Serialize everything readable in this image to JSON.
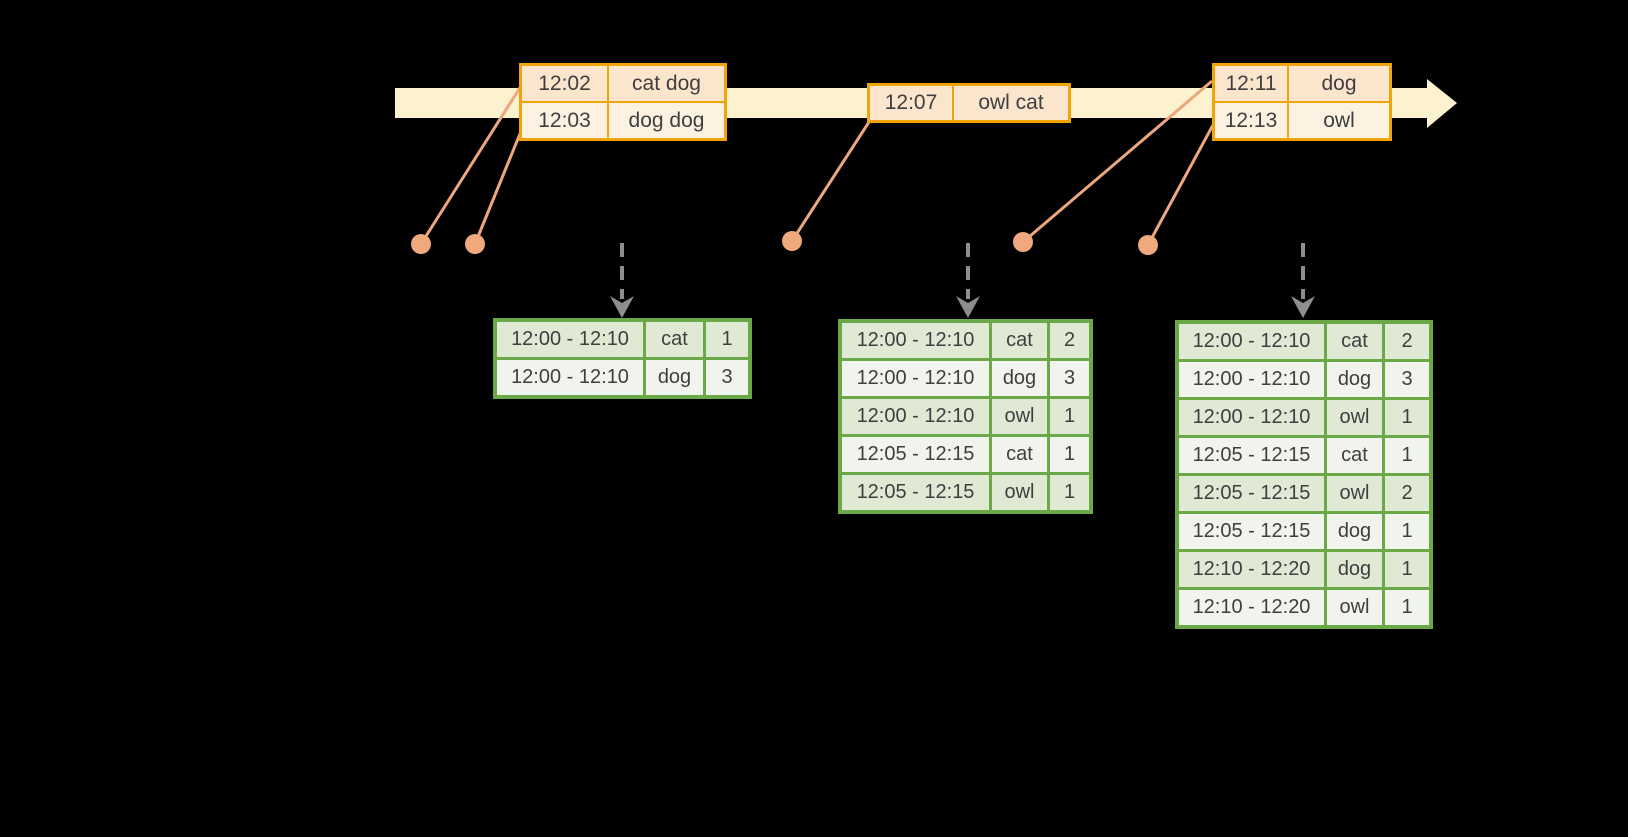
{
  "colors": {
    "background": "#000000",
    "timeline_fill": "#fdf2cf",
    "event_border": "#f0a30a",
    "event_row_fill_a": "#fce5cd",
    "event_row_fill_b": "#fdf2e2",
    "marker": "#efa97d",
    "connector": "#eba87f",
    "trigger_arrow": "#8e8e8e",
    "result_border": "#6aa848",
    "result_row_fill_a": "#dfe9d4",
    "result_row_fill_b": "#f0f4ec",
    "text": "#3f3f3f"
  },
  "event_tables": [
    {
      "rows": [
        {
          "time": "12:02",
          "words": "cat dog"
        },
        {
          "time": "12:03",
          "words": "dog dog"
        }
      ]
    },
    {
      "rows": [
        {
          "time": "12:07",
          "words": "owl cat"
        }
      ]
    },
    {
      "rows": [
        {
          "time": "12:11",
          "words": "dog"
        },
        {
          "time": "12:13",
          "words": "owl"
        }
      ]
    }
  ],
  "result_tables": [
    {
      "rows": [
        {
          "window": "12:00 - 12:10",
          "word": "cat",
          "count": "1"
        },
        {
          "window": "12:00 - 12:10",
          "word": "dog",
          "count": "3"
        }
      ]
    },
    {
      "rows": [
        {
          "window": "12:00 - 12:10",
          "word": "cat",
          "count": "2"
        },
        {
          "window": "12:00 - 12:10",
          "word": "dog",
          "count": "3"
        },
        {
          "window": "12:00 - 12:10",
          "word": "owl",
          "count": "1"
        },
        {
          "window": "12:05 - 12:15",
          "word": "cat",
          "count": "1"
        },
        {
          "window": "12:05 - 12:15",
          "word": "owl",
          "count": "1"
        }
      ]
    },
    {
      "rows": [
        {
          "window": "12:00 - 12:10",
          "word": "cat",
          "count": "2"
        },
        {
          "window": "12:00 - 12:10",
          "word": "dog",
          "count": "3"
        },
        {
          "window": "12:00 - 12:10",
          "word": "owl",
          "count": "1"
        },
        {
          "window": "12:05 - 12:15",
          "word": "cat",
          "count": "1"
        },
        {
          "window": "12:05 - 12:15",
          "word": "owl",
          "count": "2"
        },
        {
          "window": "12:05 - 12:15",
          "word": "dog",
          "count": "1"
        },
        {
          "window": "12:10 - 12:20",
          "word": "dog",
          "count": "1"
        },
        {
          "window": "12:10 - 12:20",
          "word": "owl",
          "count": "1"
        }
      ]
    }
  ]
}
